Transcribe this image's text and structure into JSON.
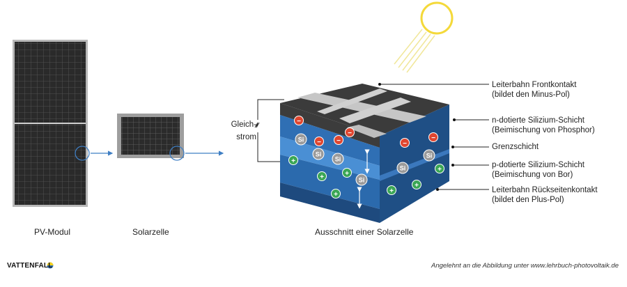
{
  "captions": {
    "pv_module": "PV-Modul",
    "solar_cell": "Solarzelle",
    "cutaway": "Ausschnitt einer Solarzelle"
  },
  "current_label": {
    "line1": "Gleich-",
    "line2": "strom"
  },
  "layers": [
    {
      "line1": "Leiterbahn Frontkontakt",
      "line2": "(bildet den Minus-Pol)"
    },
    {
      "line1": "n-dotierte Silizium-Schicht",
      "line2": "(Beimischung von Phosphor)"
    },
    {
      "line1": "Grenzschicht",
      "line2": ""
    },
    {
      "line1": "p-dotierte Silizium-Schicht",
      "line2": "(Beimischung von Bor)"
    },
    {
      "line1": "Leiterbahn Rückseitenkontakt",
      "line2": "(bildet den Plus-Pol)"
    }
  ],
  "particle_labels": {
    "electron": "−",
    "hole": "+",
    "silicon": "Si"
  },
  "brand": "VATTENFALL",
  "credit": "Angelehnt an die Abbildung unter www.lehrbuch-photovoltaik.de",
  "colors": {
    "electron": "#e0462f",
    "hole": "#3aa655",
    "silicon": "#9a9a9a",
    "n_layer": "#2f6fb4",
    "p_layer": "#2b6aad",
    "junction": "#4a8fd4",
    "contact": "#c6c6c6",
    "cell_top": "#3b3b3b",
    "sun": "#f6de3a"
  }
}
